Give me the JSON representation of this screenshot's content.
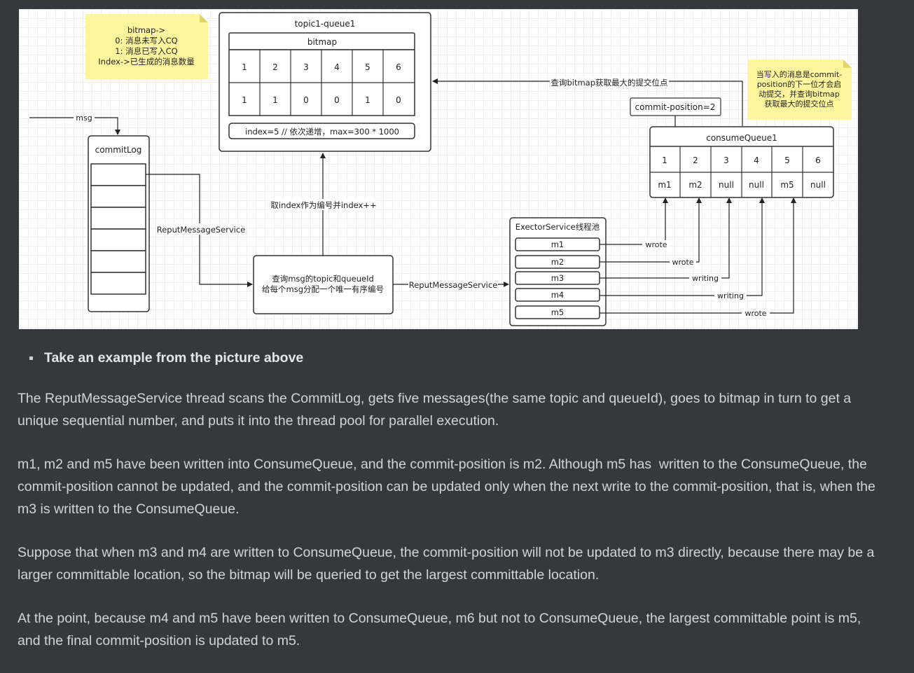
{
  "diagram": {
    "note_left": {
      "lines": [
        "bitmap->",
        "0: 消息未写入CQ",
        "1: 消息已写入CQ",
        "Index->已生成的消息数量"
      ]
    },
    "note_right": {
      "lines": [
        "当写入的消息是commit-",
        "position的下一位才会启",
        "动提交，并查询bitmap",
        "获取最大的提交位点"
      ]
    },
    "topic_title": "topic1-queue1",
    "bitmap_label": "bitmap",
    "bitmap_index": [
      "1",
      "2",
      "3",
      "4",
      "5",
      "6"
    ],
    "bitmap_values": [
      "1",
      "1",
      "0",
      "0",
      "1",
      "0"
    ],
    "index_text": "index=5 // 依次递增，max=300 * 1000",
    "msg_label": "msg",
    "commitlog_title": "commitLog",
    "reput_label": "ReputMessageService",
    "reput_label2": "ReputMessageService",
    "query_box_lines": [
      "查询msg的topic和queueId",
      "给每个msg分配一个唯一有序编号"
    ],
    "take_index_label": "取index作为编号并index++",
    "query_bitmap_label": "查询bitmap获取最大的提交位点",
    "commit_position": "commit-position=2",
    "consume_queue_title": "consumeQueue1",
    "cq_index": [
      "1",
      "2",
      "3",
      "4",
      "5",
      "6"
    ],
    "cq_values": [
      "m1",
      "m2",
      "null",
      "null",
      "m5",
      "null"
    ],
    "executor_title": "ExectorService线程池",
    "executor_items": [
      "m1",
      "m2",
      "m3",
      "m4",
      "m5"
    ],
    "status_labels": [
      "wrote",
      "wrote",
      "writing",
      "writing",
      "wrote"
    ]
  },
  "bullet": "Take an example from the picture above",
  "paragraphs": [
    "The ReputMessageService thread scans the CommitLog, gets five messages(the same topic and queueId), goes to bitmap in turn to get a unique sequential number, and puts it into the thread pool for parallel execution.",
    "m1, m2 and m5 have been written into ConsumeQueue, and the commit-position is m2. Although m5 has  written to the ConsumeQueue, the commit-position cannot be updated, and the commit-position can be updated only when the next write to the commit-position, that is, when the m3 is written to the ConsumeQueue.",
    "Suppose that when m3 and m4 are written to ConsumeQueue, the commit-position will not be updated to m3 directly, because there may be a larger committable location, so the bitmap will be queried to get the largest committable location.",
    "At the point, because m4 and m5 have been written to ConsumeQueue, m6 but not to ConsumeQueue, the largest committable point is m5, and the final commit-position is updated to m5."
  ]
}
